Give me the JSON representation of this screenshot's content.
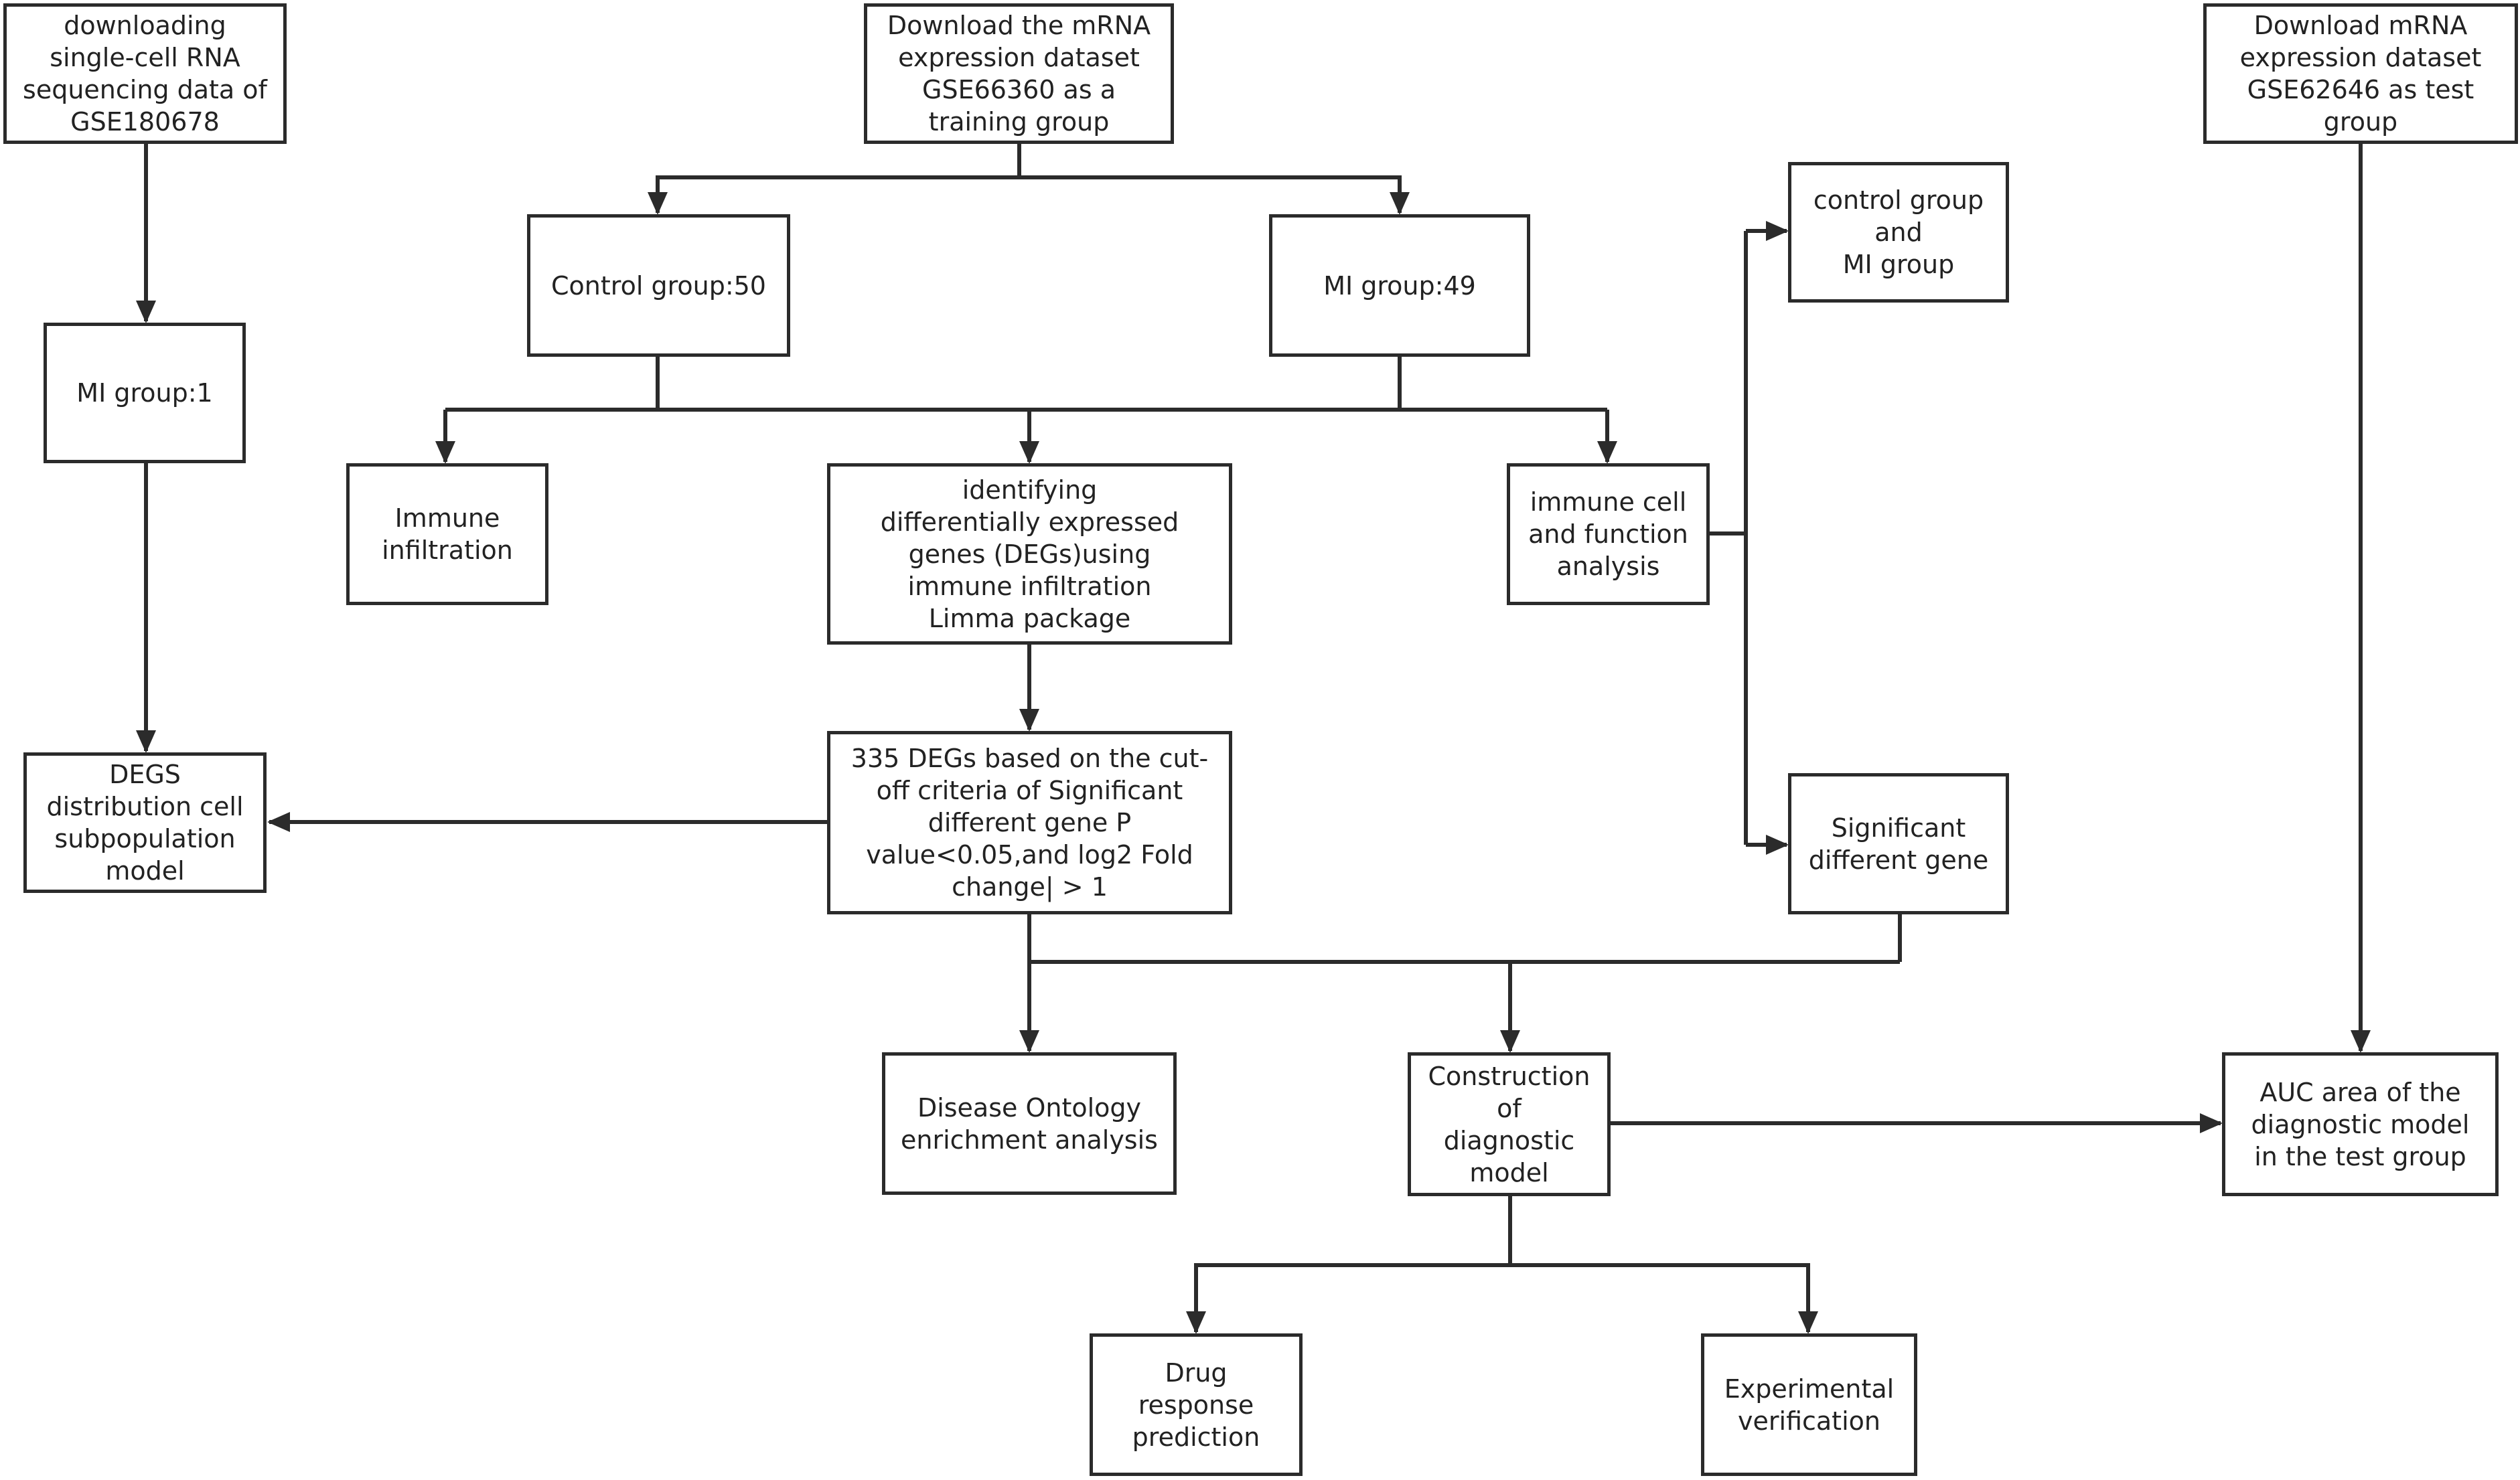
{
  "colors": {
    "line": "#2b2b2b",
    "text": "#222222",
    "background": "#ffffff"
  },
  "nodes": {
    "scrna": {
      "label": "downloading\nsingle-cell RNA\nsequencing data of\nGSE180678"
    },
    "train": {
      "label": "Download the mRNA\nexpression dataset\nGSE66360 as a\ntraining group"
    },
    "test": {
      "label": "Download mRNA\nexpression dataset\nGSE62646 as test\ngroup"
    },
    "mi1": {
      "label": "MI group:1"
    },
    "ctrl50": {
      "label": "Control group:50"
    },
    "mi49": {
      "label": "MI group:49"
    },
    "ctrlmi": {
      "label": "control group\nand\nMI group"
    },
    "immune": {
      "label": "Immune\ninfiltration"
    },
    "degs_id": {
      "label": "identifying\ndifferentially expressed\ngenes (DEGs)using\nimmune infiltration\nLimma package"
    },
    "cellfunc": {
      "label": "immune cell\nand function\nanalysis"
    },
    "degs_dist": {
      "label": "DEGS\ndistribution cell\nsubpopulation\nmodel"
    },
    "degs335": {
      "label": "335 DEGs based on the cut-\noff criteria of Significant\ndifferent gene P\nvalue<0.05,and log2 Fold\nchange| > 1"
    },
    "sig": {
      "label": "Significant\ndifferent gene"
    },
    "do": {
      "label": "Disease Ontology\nenrichment analysis"
    },
    "diag": {
      "label": "Construction\nof\ndiagnostic\nmodel"
    },
    "auc": {
      "label": "AUC area of the\ndiagnostic model\nin the test group"
    },
    "drug": {
      "label": "Drug\nresponse\nprediction"
    },
    "exp": {
      "label": "Experimental\nverification"
    }
  }
}
